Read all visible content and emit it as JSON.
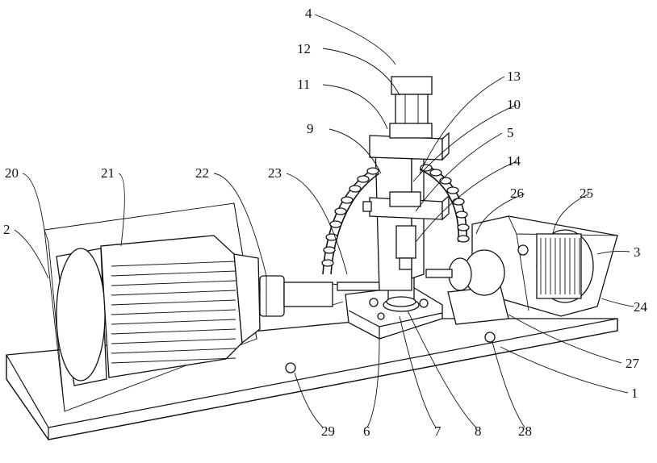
{
  "diagram": {
    "labels": [
      {
        "id": "l4",
        "text": "4"
      },
      {
        "id": "l12",
        "text": "12"
      },
      {
        "id": "l11",
        "text": "11"
      },
      {
        "id": "l9",
        "text": "9"
      },
      {
        "id": "l13",
        "text": "13"
      },
      {
        "id": "l10",
        "text": "10"
      },
      {
        "id": "l5",
        "text": "5"
      },
      {
        "id": "l14",
        "text": "14"
      },
      {
        "id": "l26",
        "text": "26"
      },
      {
        "id": "l25",
        "text": "25"
      },
      {
        "id": "l3",
        "text": "3"
      },
      {
        "id": "l24",
        "text": "24"
      },
      {
        "id": "l27",
        "text": "27"
      },
      {
        "id": "l1",
        "text": "1"
      },
      {
        "id": "l20",
        "text": "20"
      },
      {
        "id": "l21",
        "text": "21"
      },
      {
        "id": "l22",
        "text": "22"
      },
      {
        "id": "l23",
        "text": "23"
      },
      {
        "id": "l2",
        "text": "2"
      },
      {
        "id": "l29",
        "text": "29"
      },
      {
        "id": "l6",
        "text": "6"
      },
      {
        "id": "l7",
        "text": "7"
      },
      {
        "id": "l8",
        "text": "8"
      },
      {
        "id": "l28",
        "text": "28"
      }
    ]
  }
}
